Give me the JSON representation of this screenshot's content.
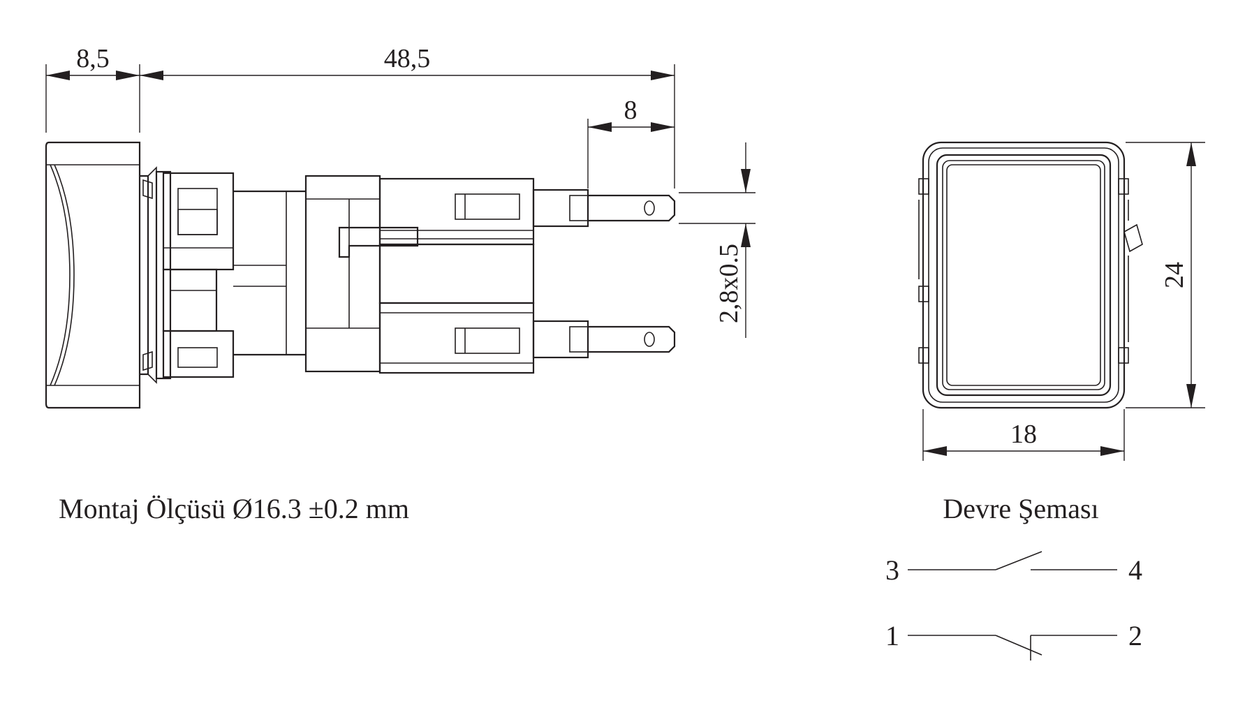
{
  "dimensions": {
    "front_depth": "8,5",
    "body_length": "48,5",
    "terminal_length": "8",
    "terminal_size": "2,8x0.5",
    "height": "24",
    "width": "18"
  },
  "captions": {
    "mounting": "Montaj Ölçüsü Ø16.3 ±0.2 mm",
    "circuit": "Devre Şeması"
  },
  "circuit": {
    "no_left": "3",
    "no_right": "4",
    "nc_left": "1",
    "nc_right": "2"
  },
  "colors": {
    "line": "#231f20",
    "background": "#ffffff"
  }
}
